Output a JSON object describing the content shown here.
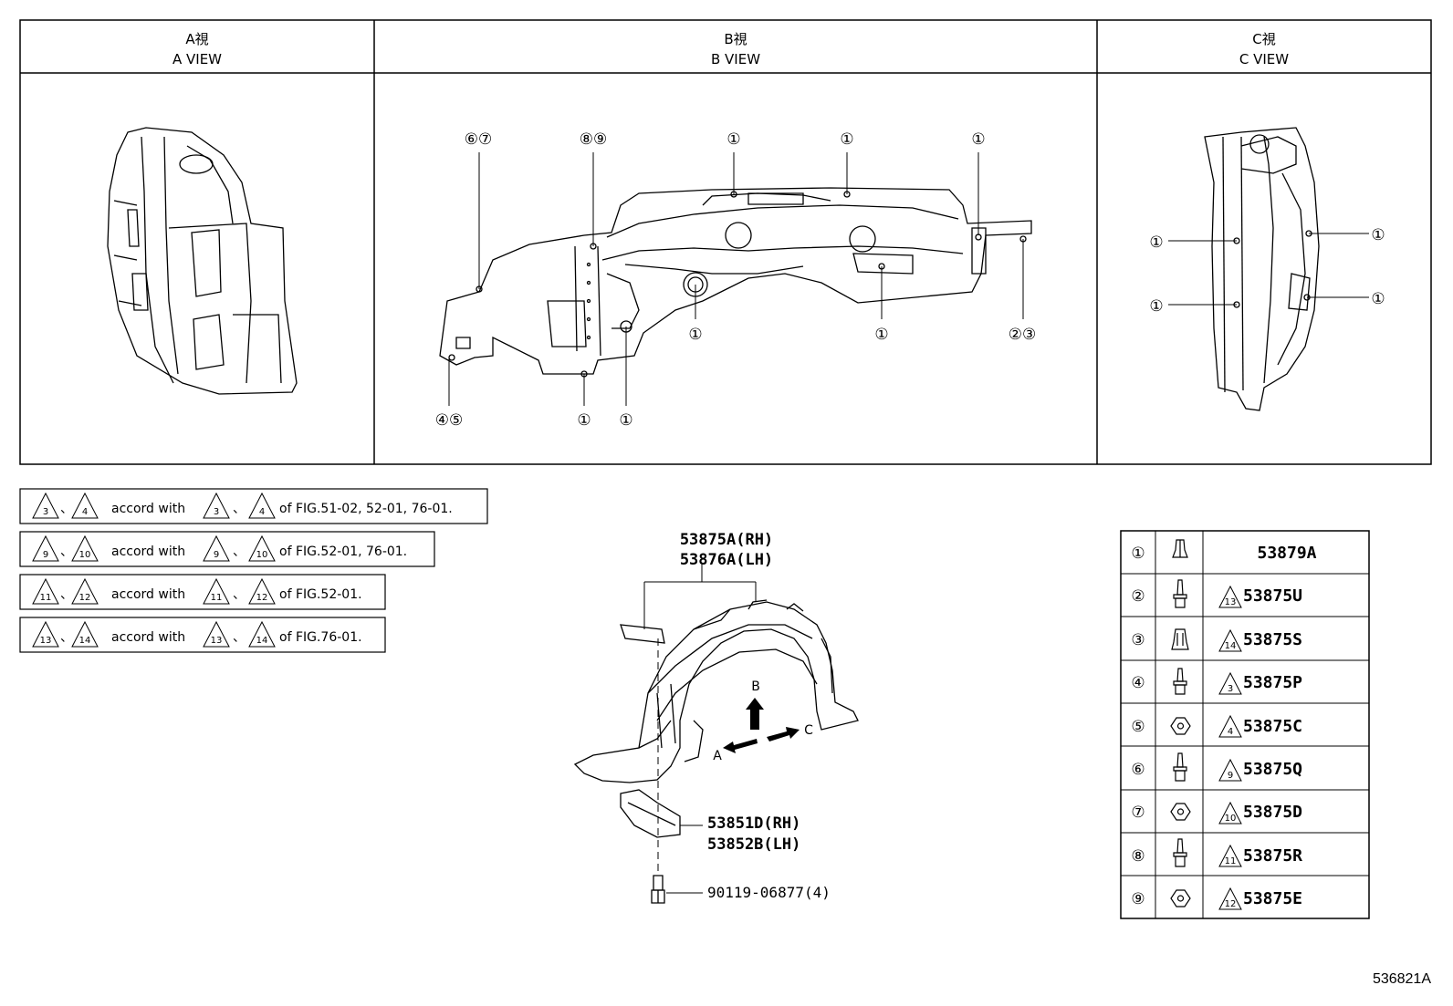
{
  "views": [
    {
      "jp": "A視",
      "en": "A VIEW"
    },
    {
      "jp": "B視",
      "en": "B VIEW"
    },
    {
      "jp": "C視",
      "en": "C VIEW"
    }
  ],
  "b_view_callouts": [
    {
      "nums": "⑥⑦"
    },
    {
      "nums": "⑧⑨"
    },
    {
      "nums": "①"
    },
    {
      "nums": "①"
    },
    {
      "nums": "①"
    },
    {
      "nums": "①"
    },
    {
      "nums": "①"
    },
    {
      "nums": "②③"
    },
    {
      "nums": "④⑤"
    },
    {
      "nums": "①"
    },
    {
      "nums": "①"
    }
  ],
  "c_view_callouts": [
    {
      "nums": "①"
    },
    {
      "nums": "①"
    },
    {
      "nums": "①"
    },
    {
      "nums": "①"
    }
  ],
  "notes": [
    {
      "a": "3",
      "b": "4",
      "c": "3",
      "d": "4",
      "sep": "、",
      "mid": "accord with",
      "fig": "of FIG.51-02, 52-01, 76-01."
    },
    {
      "a": "9",
      "b": "10",
      "c": "9",
      "d": "10",
      "sep": "、",
      "mid": "accord with",
      "fig": "of FIG.52-01, 76-01."
    },
    {
      "a": "11",
      "b": "12",
      "c": "11",
      "d": "12",
      "sep": "、",
      "mid": "accord with",
      "fig": "of FIG.52-01."
    },
    {
      "a": "13",
      "b": "14",
      "c": "13",
      "d": "14",
      "sep": "、",
      "mid": "accord with",
      "fig": "of FIG.76-01."
    }
  ],
  "main_parts": {
    "liner_rh": "53875A(RH)",
    "liner_lh": "53876A(LH)",
    "seal_rh": "53851D(RH)",
    "seal_lh": "53852B(LH)",
    "screw": "90119-06877(4)",
    "arrow_a": "A",
    "arrow_b": "B",
    "arrow_c": "C"
  },
  "fastener_table": [
    {
      "num": "①",
      "tri": "",
      "code": "53879A",
      "icon": "clip-icon"
    },
    {
      "num": "②",
      "tri": "13",
      "code": "53875U",
      "icon": "screw-icon"
    },
    {
      "num": "③",
      "tri": "14",
      "code": "53875S",
      "icon": "grommet-icon"
    },
    {
      "num": "④",
      "tri": "3",
      "code": "53875P",
      "icon": "screw-icon"
    },
    {
      "num": "⑤",
      "tri": "4",
      "code": "53875C",
      "icon": "nut-icon"
    },
    {
      "num": "⑥",
      "tri": "9",
      "code": "53875Q",
      "icon": "screw-icon"
    },
    {
      "num": "⑦",
      "tri": "10",
      "code": "53875D",
      "icon": "nut-icon"
    },
    {
      "num": "⑧",
      "tri": "11",
      "code": "53875R",
      "icon": "screw-icon"
    },
    {
      "num": "⑨",
      "tri": "12",
      "code": "53875E",
      "icon": "nut-icon"
    }
  ],
  "figure_id": "536821A"
}
